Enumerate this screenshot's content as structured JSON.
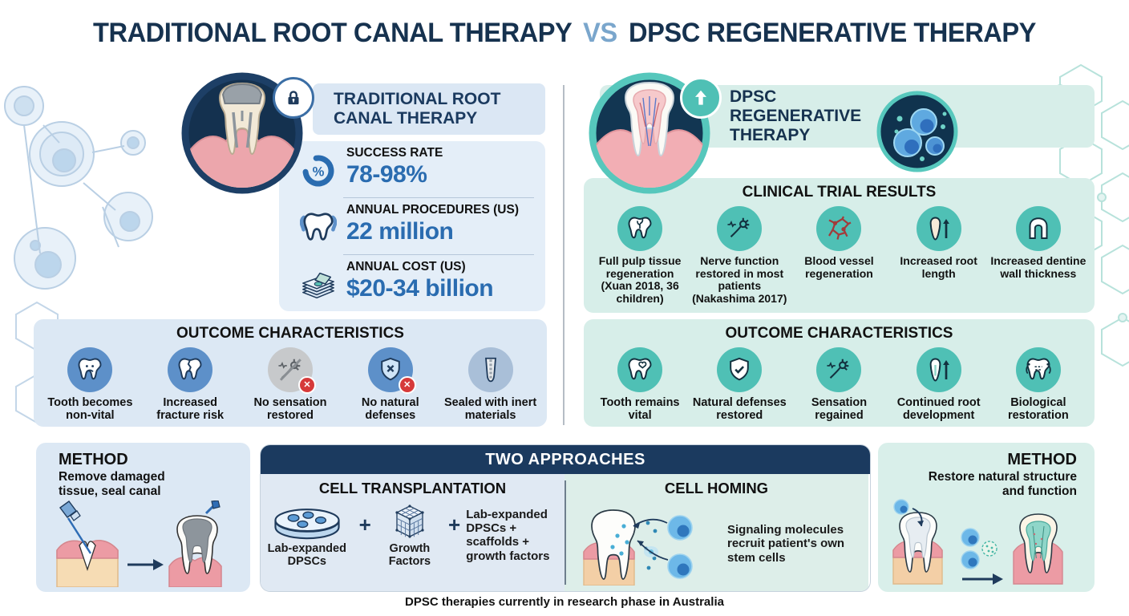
{
  "title": {
    "part1": "TRADITIONAL ROOT CANAL THERAPY",
    "vs": "VS",
    "part2": "DPSC REGENERATIVE THERAPY"
  },
  "left": {
    "header": "TRADITIONAL ROOT CANAL THERAPY",
    "stats": [
      {
        "label": "SUCCESS RATE",
        "value": "78-98%",
        "icon": "percent-donut-icon"
      },
      {
        "label": "ANNUAL PROCEDURES (US)",
        "value": "22 million",
        "icon": "tooth-icon"
      },
      {
        "label": "ANNUAL COST (US)",
        "value": "$20-34 billion",
        "icon": "money-stack-icon"
      }
    ],
    "outcomes": {
      "header": "OUTCOME CHARACTERISTICS",
      "items": [
        {
          "label": "Tooth becomes non-vital",
          "icon": "sad-tooth-icon"
        },
        {
          "label": "Increased fracture risk",
          "icon": "cracked-tooth-icon"
        },
        {
          "label": "No sensation restored",
          "icon": "no-sensation-icon"
        },
        {
          "label": "No natural defenses",
          "icon": "shield-x-icon"
        },
        {
          "label": "Sealed with inert materials",
          "icon": "sealed-root-icon"
        }
      ]
    },
    "method": {
      "header": "METHOD",
      "description": "Remove damaged tissue, seal canal"
    }
  },
  "right": {
    "header": "DPSC REGENERATIVE THERAPY",
    "clinical": {
      "header": "CLINICAL TRIAL RESULTS",
      "items": [
        {
          "label": "Full pulp tissue regeneration (Xuan 2018, 36 children)",
          "icon": "pulp-regeneration-icon"
        },
        {
          "label": "Nerve function restored in most patients (Nakashima 2017)",
          "icon": "neuron-icon"
        },
        {
          "label": "Blood vessel regeneration",
          "icon": "blood-vessels-icon"
        },
        {
          "label": "Increased root length",
          "icon": "root-length-icon"
        },
        {
          "label": "Increased dentine wall thickness",
          "icon": "dentine-wall-icon"
        }
      ]
    },
    "outcomes": {
      "header": "OUTCOME CHARACTERISTICS",
      "items": [
        {
          "label": "Tooth remains vital",
          "icon": "vital-tooth-icon"
        },
        {
          "label": "Natural defenses restored",
          "icon": "shield-check-icon"
        },
        {
          "label": "Sensation regained",
          "icon": "nerve-icon"
        },
        {
          "label": "Continued root development",
          "icon": "root-development-icon"
        },
        {
          "label": "Biological restoration",
          "icon": "bio-restoration-icon"
        }
      ]
    },
    "method": {
      "header": "METHOD",
      "description": "Restore natural structure and function"
    }
  },
  "approaches": {
    "header": "TWO APPROACHES",
    "plus": "+",
    "transplantation": {
      "header": "CELL TRANSPLANTATION",
      "item1_label": "Lab-expanded DPSCs",
      "item2_label": "Growth Factors",
      "result": "Lab-expanded DPSCs + scaffolds + growth factors"
    },
    "homing": {
      "header": "CELL HOMING",
      "description": "Signaling molecules recruit patient's own stem cells"
    }
  },
  "footer": "DPSC therapies currently in research phase in Australia",
  "colors": {
    "navy": "#16324f",
    "steel": "#7aa6cc",
    "blue": "#2a6cb0",
    "teal": "#4fc0b5",
    "card_blue": "#dde9f5",
    "card_mint": "#d7eee9",
    "alert_red": "#d63a3a"
  }
}
